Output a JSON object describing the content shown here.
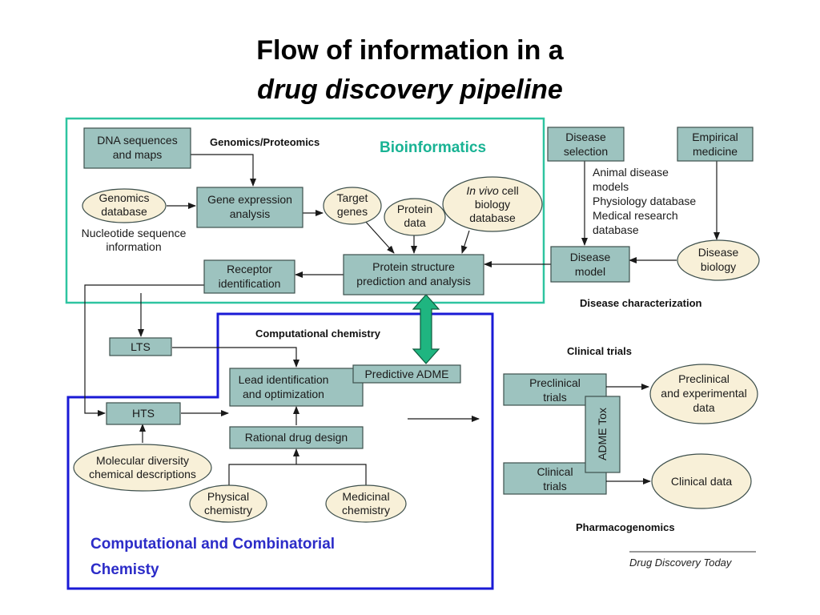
{
  "title": {
    "line1": "Flow of information in a",
    "line2": "drug discovery pipeline"
  },
  "regions": {
    "bioinformatics": "Bioinformatics",
    "combinatorial_line1": "Computational and Combinatorial",
    "combinatorial_line2": "Chemisty"
  },
  "section_headings": {
    "genomics": "Genomics/Proteomics",
    "computational_chemistry": "Computational chemistry",
    "disease_characterization": "Disease characterization",
    "clinical_trials": "Clinical trials",
    "pharmacogenomics": "Pharmacogenomics"
  },
  "nodes": {
    "dna_sequences": [
      "DNA sequences",
      "and maps"
    ],
    "genomics_database": [
      "Genomics",
      "database"
    ],
    "gene_expression": [
      "Gene expression",
      "analysis"
    ],
    "target_genes": [
      "Target",
      "genes"
    ],
    "protein_data": [
      "Protein",
      "data"
    ],
    "invivo_db": {
      "italic": "In vivo",
      "rest": " cell",
      "line2": "biology",
      "line3": "database"
    },
    "protein_structure": [
      "Protein structure",
      "prediction and analysis"
    ],
    "receptor_identification": [
      "Receptor",
      "identification"
    ],
    "disease_selection": [
      "Disease",
      "selection"
    ],
    "empirical_medicine": [
      "Empirical",
      "medicine"
    ],
    "disease_model": [
      "Disease",
      "model"
    ],
    "disease_biology": [
      "Disease",
      "biology"
    ],
    "lts": "LTS",
    "hts": "HTS",
    "lead_identification": [
      "Lead identification",
      "and optimization"
    ],
    "predictive_adme": "Predictive ADME",
    "rational_drug_design": "Rational drug design",
    "molecular_diversity": [
      "Molecular diversity",
      "chemical descriptions"
    ],
    "physical_chemistry": [
      "Physical",
      "chemistry"
    ],
    "medicinal_chemistry": [
      "Medicinal",
      "chemistry"
    ],
    "preclinical_trials": [
      "Preclinical",
      "trials"
    ],
    "adme_tox": "ADME Tox",
    "clinical_trials_box": [
      "Clinical",
      "trials"
    ],
    "preclinical_data": [
      "Preclinical",
      "and experimental",
      "data"
    ],
    "clinical_data": "Clinical data"
  },
  "annotations": {
    "nucleotide": [
      "Nucleotide sequence",
      "information"
    ],
    "animal_models": [
      "Animal disease",
      "models",
      "Physiology database",
      "Medical research",
      "database"
    ]
  },
  "credit": "Drug Discovery Today",
  "colors": {
    "process_box": "#9dc3bf",
    "data_ellipse": "#f8f0d8",
    "bioinformatics_frame": "#2ec4a0",
    "combinatorial_frame": "#1a1ad6",
    "bioinformatics_text": "#19b394",
    "combinatorial_text": "#2c2cc8",
    "double_arrow": "#1fb580"
  }
}
